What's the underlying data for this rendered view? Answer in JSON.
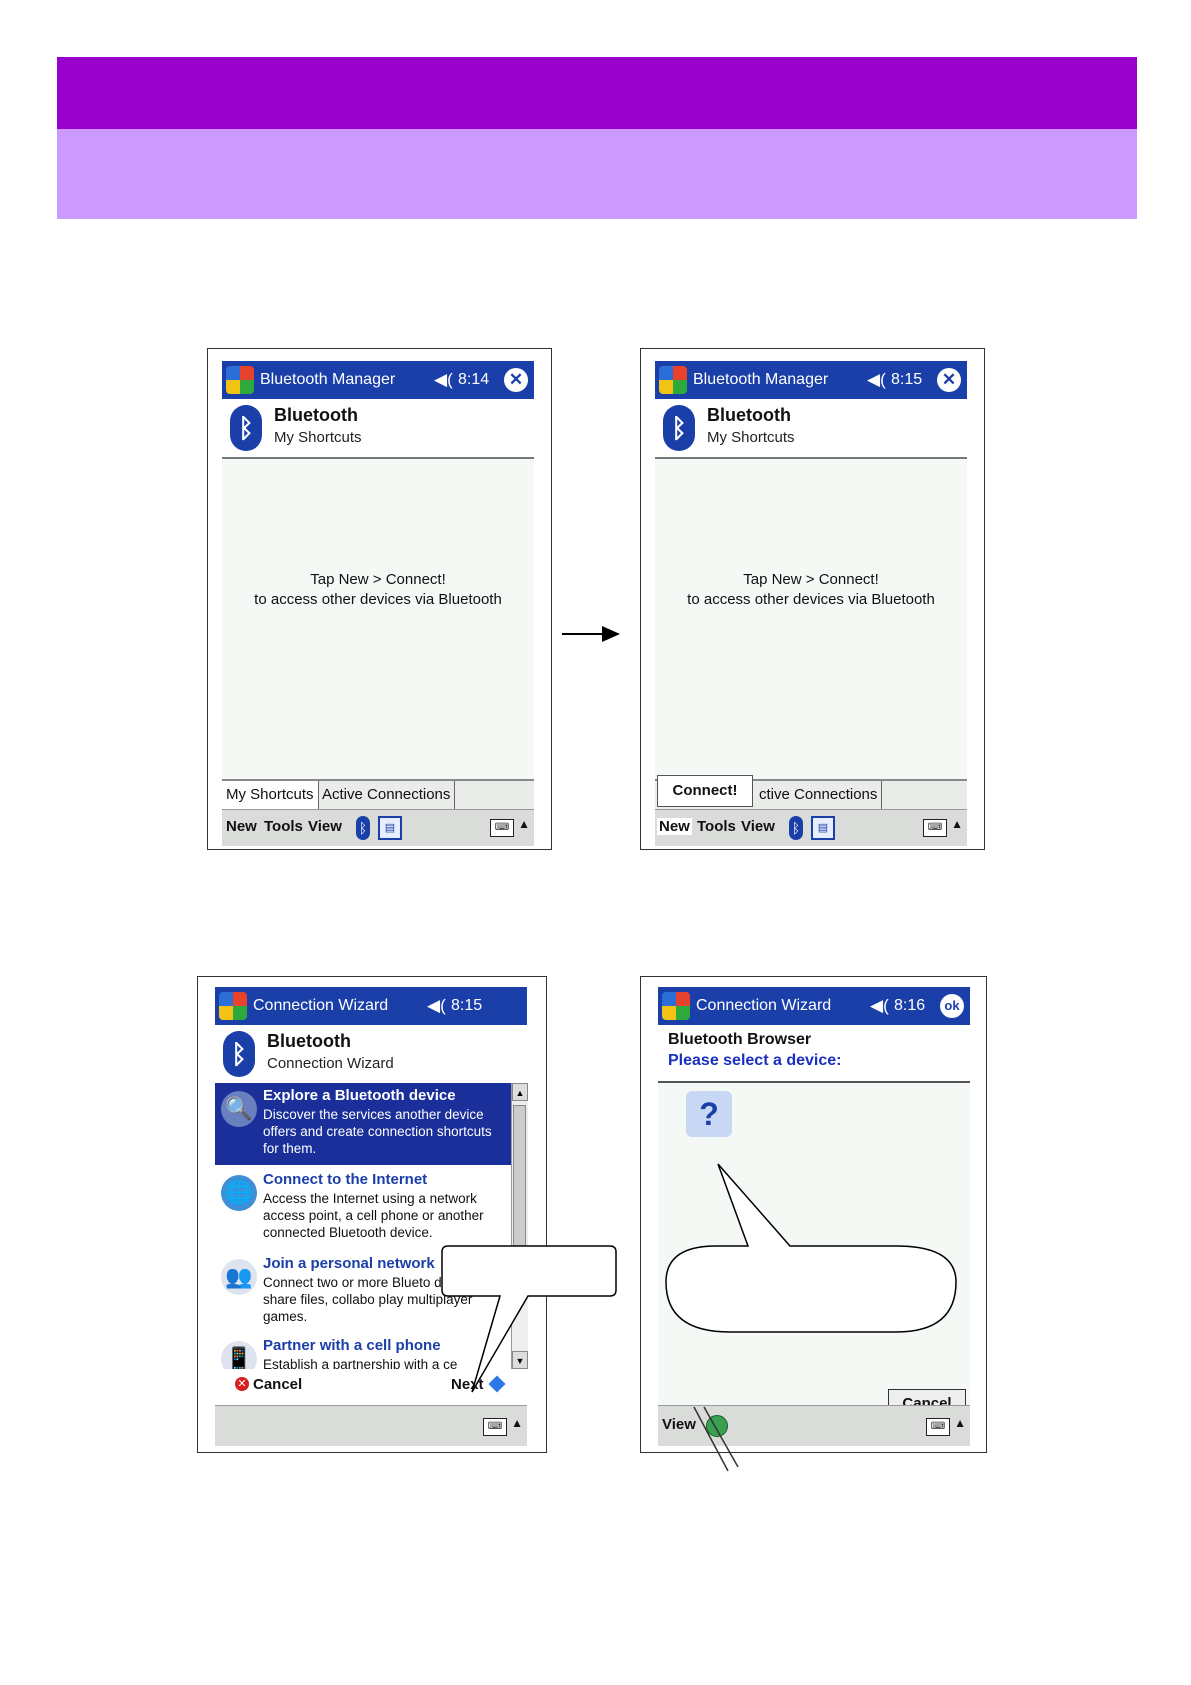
{
  "screens": {
    "s1": {
      "title": "Bluetooth Manager",
      "time": "8:14",
      "header_main": "Bluetooth",
      "header_sub": "My Shortcuts",
      "message_line1": "Tap New > Connect!",
      "message_line2": "to access other devices via Bluetooth",
      "tab_shortcuts": "My Shortcuts",
      "tab_active": "Active Connections",
      "cmd_new": "New",
      "cmd_tools": "Tools",
      "cmd_view": "View"
    },
    "s2": {
      "title": "Bluetooth Manager",
      "time": "8:15",
      "header_main": "Bluetooth",
      "header_sub": "My Shortcuts",
      "message_line1": "Tap New > Connect!",
      "message_line2": "to access other devices via Bluetooth",
      "popup_item": "Connect!",
      "tab_active": "ctive Connections",
      "cmd_new": "New",
      "cmd_tools": "Tools",
      "cmd_view": "View"
    },
    "s3": {
      "title": "Connection Wizard",
      "time": "8:15",
      "header_main": "Bluetooth",
      "header_sub": "Connection Wizard",
      "items": [
        {
          "title": "Explore a Bluetooth device",
          "desc": "Discover the services another device offers and create connection shortcuts for them."
        },
        {
          "title": "Connect to the Internet",
          "desc": "Access the Internet using a network access point, a cell phone or another connected Bluetooth device."
        },
        {
          "title": "Join a personal network",
          "desc": "Connect two or more Blueto devices to share files, collabo play multiplayer games."
        },
        {
          "title": "Partner with a cell phone",
          "desc": "Establish a partnership with a ce"
        }
      ],
      "cancel": "Cancel",
      "next": "Next"
    },
    "s4": {
      "title": "Connection Wizard",
      "time": "8:16",
      "ok": "ok",
      "browser_title": "Bluetooth Browser",
      "browser_sub": "Please select a device:",
      "cancel": "Cancel",
      "cmd_view": "View"
    }
  },
  "colors": {
    "banner_dark": "#9900cc",
    "banner_light": "#cc99ff",
    "titlebar": "#1a3fa8"
  },
  "icons": [
    "windows-logo-icon",
    "speaker-icon",
    "close-icon",
    "bluetooth-icon",
    "keyboard-icon",
    "up-arrow-icon",
    "arrow-right-icon"
  ]
}
